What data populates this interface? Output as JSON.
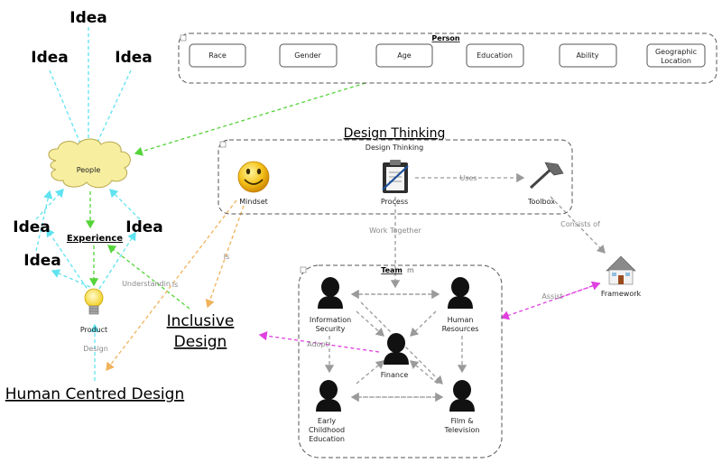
{
  "ideas": [
    "Idea",
    "Idea",
    "Idea",
    "Idea",
    "Idea",
    "Idea"
  ],
  "person": {
    "title": "Person",
    "attributes": [
      "Race",
      "Gender",
      "Age",
      "Education",
      "Ability",
      "Geographic Location"
    ]
  },
  "design_thinking": {
    "heading": "Design Thinking",
    "group_title": "Design Thinking",
    "mindset": "Mindset",
    "process": "Process",
    "toolbox": "Toolbox"
  },
  "nodes": {
    "people": "People",
    "experience": "Experience",
    "product": "Product",
    "framework": "Framework",
    "inclusive_design_1": "Inclusive",
    "inclusive_design_2": "Design",
    "human_centred_design": "Human Centred Design"
  },
  "team": {
    "title": "Team",
    "title_overlap": "m",
    "members": {
      "infosec_1": "Information",
      "infosec_2": "Security",
      "hr_1": "Human",
      "hr_2": "Resources",
      "finance": "Finance",
      "ece_1": "Early",
      "ece_2": "Childhood",
      "ece_3": "Education",
      "film_1": "Film &",
      "film_2": "Television"
    }
  },
  "edge_labels": {
    "uses": "Uses",
    "work_together": "Work Together",
    "consists_of": "Consists of",
    "is": "Is",
    "assist": "Assist",
    "adopt": "Adopt",
    "understanding": "Understandin",
    "understanding_is": "Is",
    "design": "Design"
  },
  "colors": {
    "idea_arrow": "#5fe3f0",
    "people_arrow": "#55d43a",
    "orange_arrow": "#f0b25a",
    "magenta_arrow": "#e040e0",
    "grey_arrow": "#9a9a9a",
    "cloud_fill": "#f7eea0"
  }
}
